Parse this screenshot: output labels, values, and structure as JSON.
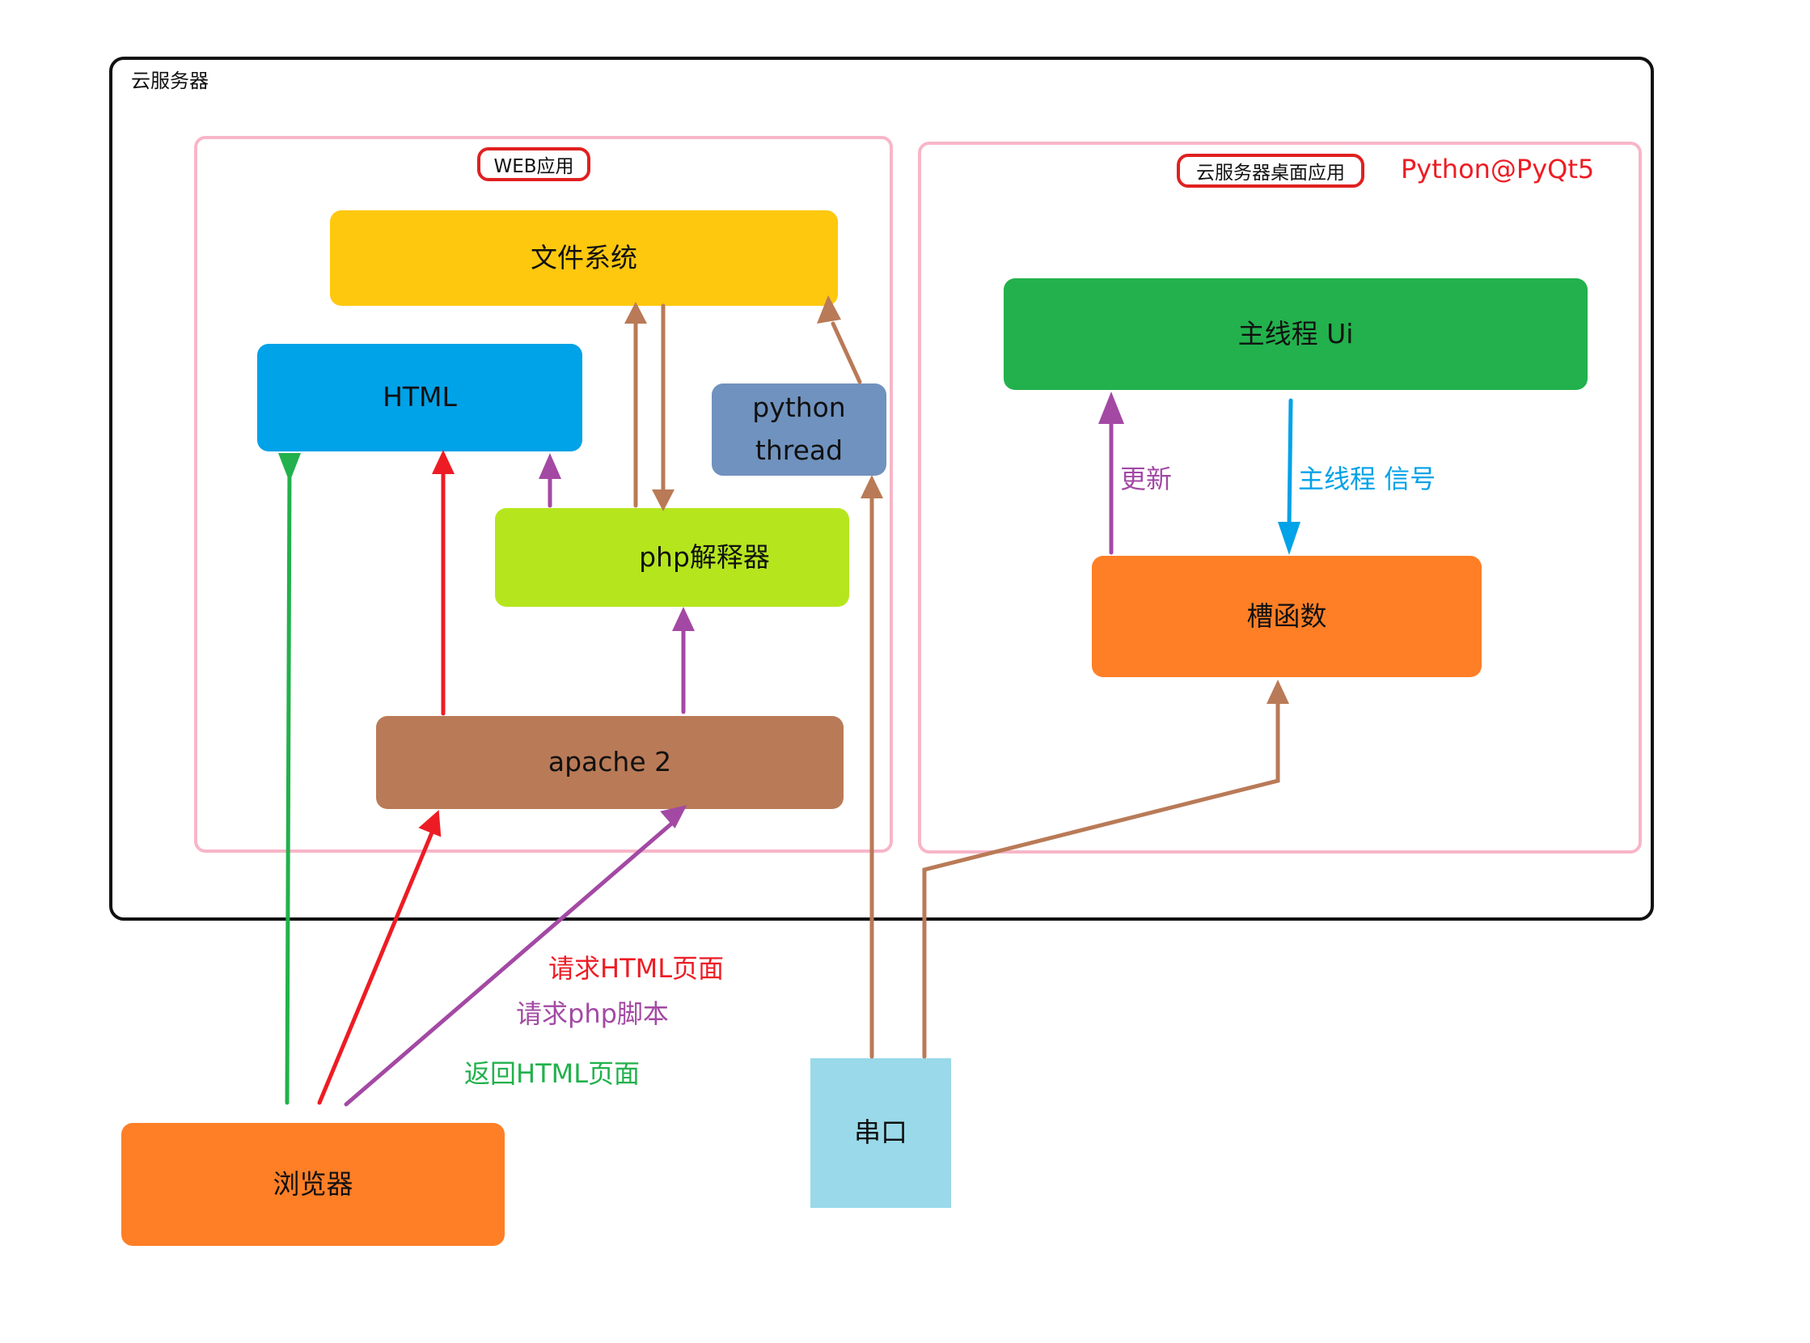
{
  "containers": {
    "cloud_server": "云服务器",
    "web_app": "WEB应用",
    "desktop_app": "云服务器桌面应用",
    "desktop_tech": "Python@PyQt5"
  },
  "nodes": {
    "file_system": "文件系统",
    "html": "HTML",
    "python_thread_line1": "python",
    "python_thread_line2": "thread",
    "php_interpreter": "php解释器",
    "apache": "apache 2",
    "main_thread_ui": "主线程 Ui",
    "slot_function": "槽函数",
    "browser": "浏览器",
    "serial_port": "串口"
  },
  "edge_labels": {
    "update": "更新",
    "main_thread_signal": "主线程 信号",
    "request_html": "请求HTML页面",
    "request_php": "请求php脚本",
    "return_html": "返回HTML页面"
  },
  "colors": {
    "file_system": "#fec80f",
    "html": "#00a2e8",
    "python_thread": "#7092be",
    "php": "#b5e61d",
    "apache": "#b97a57",
    "main_ui": "#22b14c",
    "slot": "#ff7f27",
    "browser": "#ff7f27",
    "serial": "#99d9ea",
    "red": "#ed1c24",
    "purple": "#a349a4",
    "green": "#22b14c",
    "brown": "#b97a57",
    "blue": "#00a2e8"
  }
}
